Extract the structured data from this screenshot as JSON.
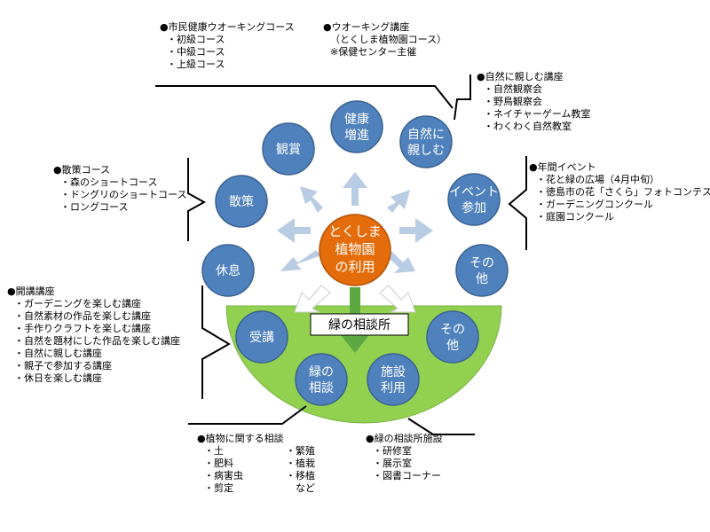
{
  "center": {
    "lines": [
      "とくしま",
      "植物園",
      "の利用"
    ]
  },
  "consult_box": {
    "label": "緑の相談所"
  },
  "outer_circles": [
    {
      "id": "kenko",
      "lines": [
        "健康",
        "増進"
      ]
    },
    {
      "id": "kansho",
      "lines": [
        "観賞"
      ]
    },
    {
      "id": "shizen",
      "lines": [
        "自然に",
        "親しむ"
      ]
    },
    {
      "id": "sansaku",
      "lines": [
        "散策"
      ]
    },
    {
      "id": "event",
      "lines": [
        "イベント",
        "参加"
      ]
    },
    {
      "id": "kyusoku",
      "lines": [
        "休息"
      ]
    },
    {
      "id": "sonota1",
      "lines": [
        "その",
        "他"
      ]
    }
  ],
  "lower_circles": [
    {
      "id": "jukou",
      "lines": [
        "受講"
      ]
    },
    {
      "id": "midori",
      "lines": [
        "緑の",
        "相談"
      ]
    },
    {
      "id": "shisetsu",
      "lines": [
        "施設",
        "利用"
      ]
    },
    {
      "id": "sonota2",
      "lines": [
        "その",
        "他"
      ]
    }
  ],
  "annotations": {
    "walking_course": {
      "heading": "●市民健康ウオーキングコース",
      "items": [
        "・初級コース",
        "・中級コース",
        "・上級コース"
      ]
    },
    "walking_lecture": {
      "heading": "●ウオーキング講座",
      "items": [
        "（とくしま植物園コース）",
        "※保健センター主催"
      ]
    },
    "nature": {
      "heading": "●自然に親しむ講座",
      "items": [
        "・自然観察会",
        "・野鳥観察会",
        "・ネイチャーゲーム教室",
        "・わくわく自然教室"
      ]
    },
    "stroll": {
      "heading": "●散策コース",
      "items": [
        "・森のショートコース",
        "・ドングリのショートコース",
        "・ロングコース"
      ]
    },
    "events": {
      "heading": "●年間イベント",
      "items": [
        "・花と緑の広場（4月中旬）",
        "・徳島市の花「さくら」フォトコンテスト",
        "・ガーデニングコンクール",
        "・庭園コンクール"
      ]
    },
    "lectures": {
      "heading": "●開講講座",
      "items": [
        "・ガーデニングを楽しむ講座",
        "・自然素材の作品を楽しむ講座",
        "・手作りクラフトを楽しむ講座",
        "・自然を題材にした作品を楽しむ講座",
        "・自然に親しむ講座",
        "・親子で参加する講座",
        "・休日を楽しむ講座"
      ]
    },
    "plant_consult": {
      "heading": "●植物に関する相談",
      "col1": [
        "・土",
        "・肥料",
        "・病害虫",
        "・剪定"
      ],
      "col2": [
        "・繁殖",
        "・植栽",
        "・移植",
        "　など"
      ]
    },
    "facilities": {
      "heading": "●緑の相談所施設",
      "items": [
        "・研修室",
        "・展示室",
        "・図書コーナー"
      ]
    }
  },
  "colors": {
    "circle_blue": "#4f81bd",
    "circle_border": "#3a6290",
    "center_orange": "#e46c0a",
    "arc_green": "#92d050",
    "arrow_blue": "#b8cce4",
    "down_arrow_green": "#5ea843"
  }
}
